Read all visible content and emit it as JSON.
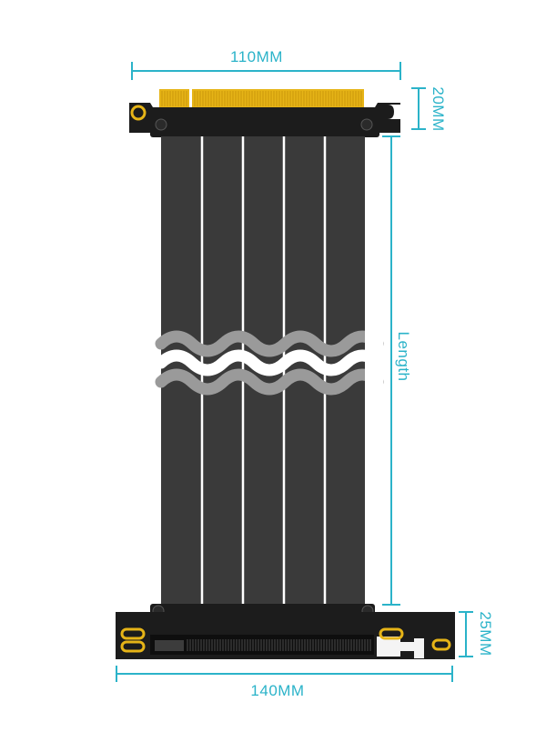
{
  "dimensions": {
    "top_width": "110MM",
    "top_height": "20MM",
    "cable_length": "Length",
    "bottom_height": "25MM",
    "bottom_width": "140MM"
  },
  "colors": {
    "dimension_line": "#2bb3c9",
    "cable": "#3a3a3a",
    "cable_separator": "#ffffff",
    "bracket": "#1c1c1c",
    "gold_contacts": "#e6b417",
    "gold_outline": "#c9960a",
    "screw": "#2a2a2a",
    "slot": "#0e0e0e",
    "wave_bright": "#ffffff",
    "wave_dim": "#9a9a9a"
  },
  "icons": [
    "screw-icon",
    "mounting-hole-icon",
    "wavy-break-icon",
    "pcie-slot-icon",
    "slot-latch-icon"
  ]
}
